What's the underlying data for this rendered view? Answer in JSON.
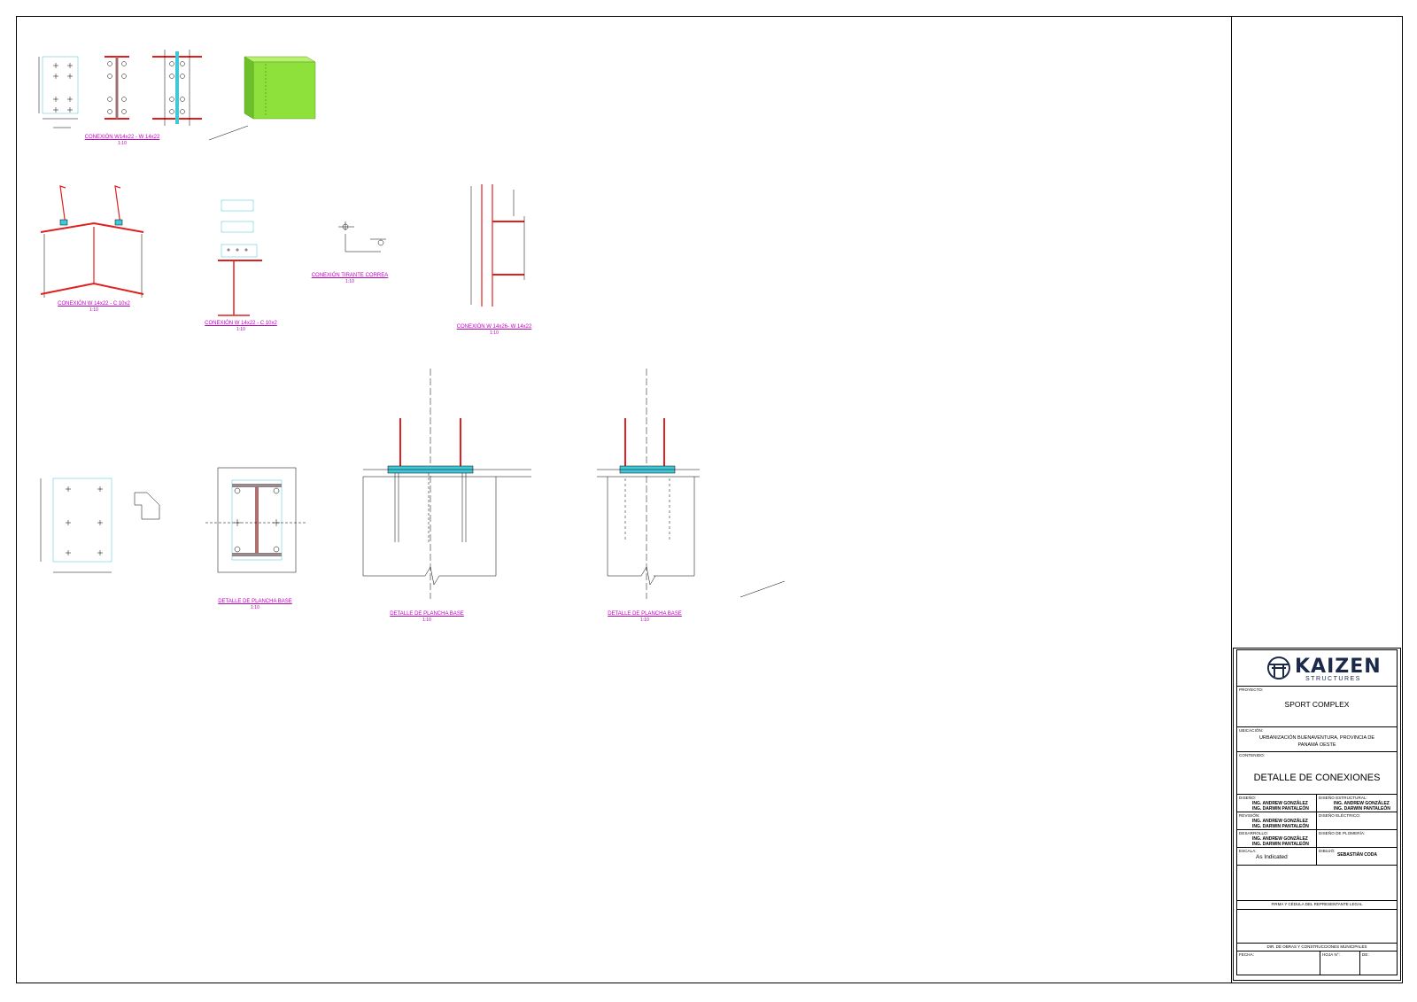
{
  "captions": {
    "c1": "CONEXIÓN W14x22 - W 14x22",
    "c2": "CONEXIÓN W 14x22 - C 10x2",
    "c3": "CONEXIÓN W 14x22 - C 10x2",
    "c4": "CONEXIÓN TIRANTE CORREA",
    "c5": "CONEXIÓN W 14x26- W 14x22",
    "c6": "DETALLE DE PLANCHA BASE",
    "c7": "DETALLE DE PLANCHA BASE",
    "c8": "DETALLE DE PLANCHA BASE",
    "scale": "1:10"
  },
  "title_block": {
    "logo": {
      "name": "KAIZEN",
      "sub": "STRUCTURES"
    },
    "proyecto_label": "PROYECTO:",
    "proyecto": "SPORT COMPLEX",
    "ubicacion_label": "UBICACIÓN:",
    "ubicacion_1": "URBANIZACIÓN BUENAVENTURA, PROVINCIA DE",
    "ubicacion_2": "PANAMÁ OESTE",
    "contenido_label": "CONTENIDO:",
    "contenido": "DETALLE DE CONEXIONES",
    "diseno_label": "DISEÑO:",
    "diseno_1": "ING. ANDREW GONZÁLEZ",
    "diseno_2": "ING. DARWIN PANTALEÓN",
    "diseno_estructural_label": "DISEÑO ESTRUCTURAL:",
    "diseno_estructural_1": "ING. ANDREW GONZÁLEZ",
    "diseno_estructural_2": "ING. DARWIN PANTALEÓN",
    "revision_label": "REVISIÓN:",
    "revision_1": "ING. ANDREW GONZÁLEZ",
    "revision_2": "ING. DARWIN PANTALEÓN",
    "diseno_electrico_label": "DISEÑO ELÉCTRICO:",
    "desarrollo_label": "DESARROLLO:",
    "desarrollo_1": "ING. ANDREW GONZÁLEZ",
    "desarrollo_2": "ING. DARWIN PANTALEÓN",
    "diseno_plomeria_label": "DISEÑO DE PLOMERÍA:",
    "escala_label": "ESCALA:",
    "escala": "As Indicated",
    "dibujo_label": "DIBUJÓ:",
    "dibujo": "SEBASTIÁN CODA",
    "firma_label": "FIRMA Y CÉDULA DEL REPRESENTANTE LEGAL",
    "municipal_label": "DIR. DE OBRAS Y CONSTRUCCIONES MUNICIPALES",
    "fecha_label": "FECHA:",
    "hoja_label": "HOJA N°:",
    "de_label": "DE:"
  },
  "colors": {
    "steel_red": "#e02020",
    "plate_cyan": "#40c8d8",
    "beam_green": "#8ee03a",
    "caption_magenta": "#c000c0"
  }
}
